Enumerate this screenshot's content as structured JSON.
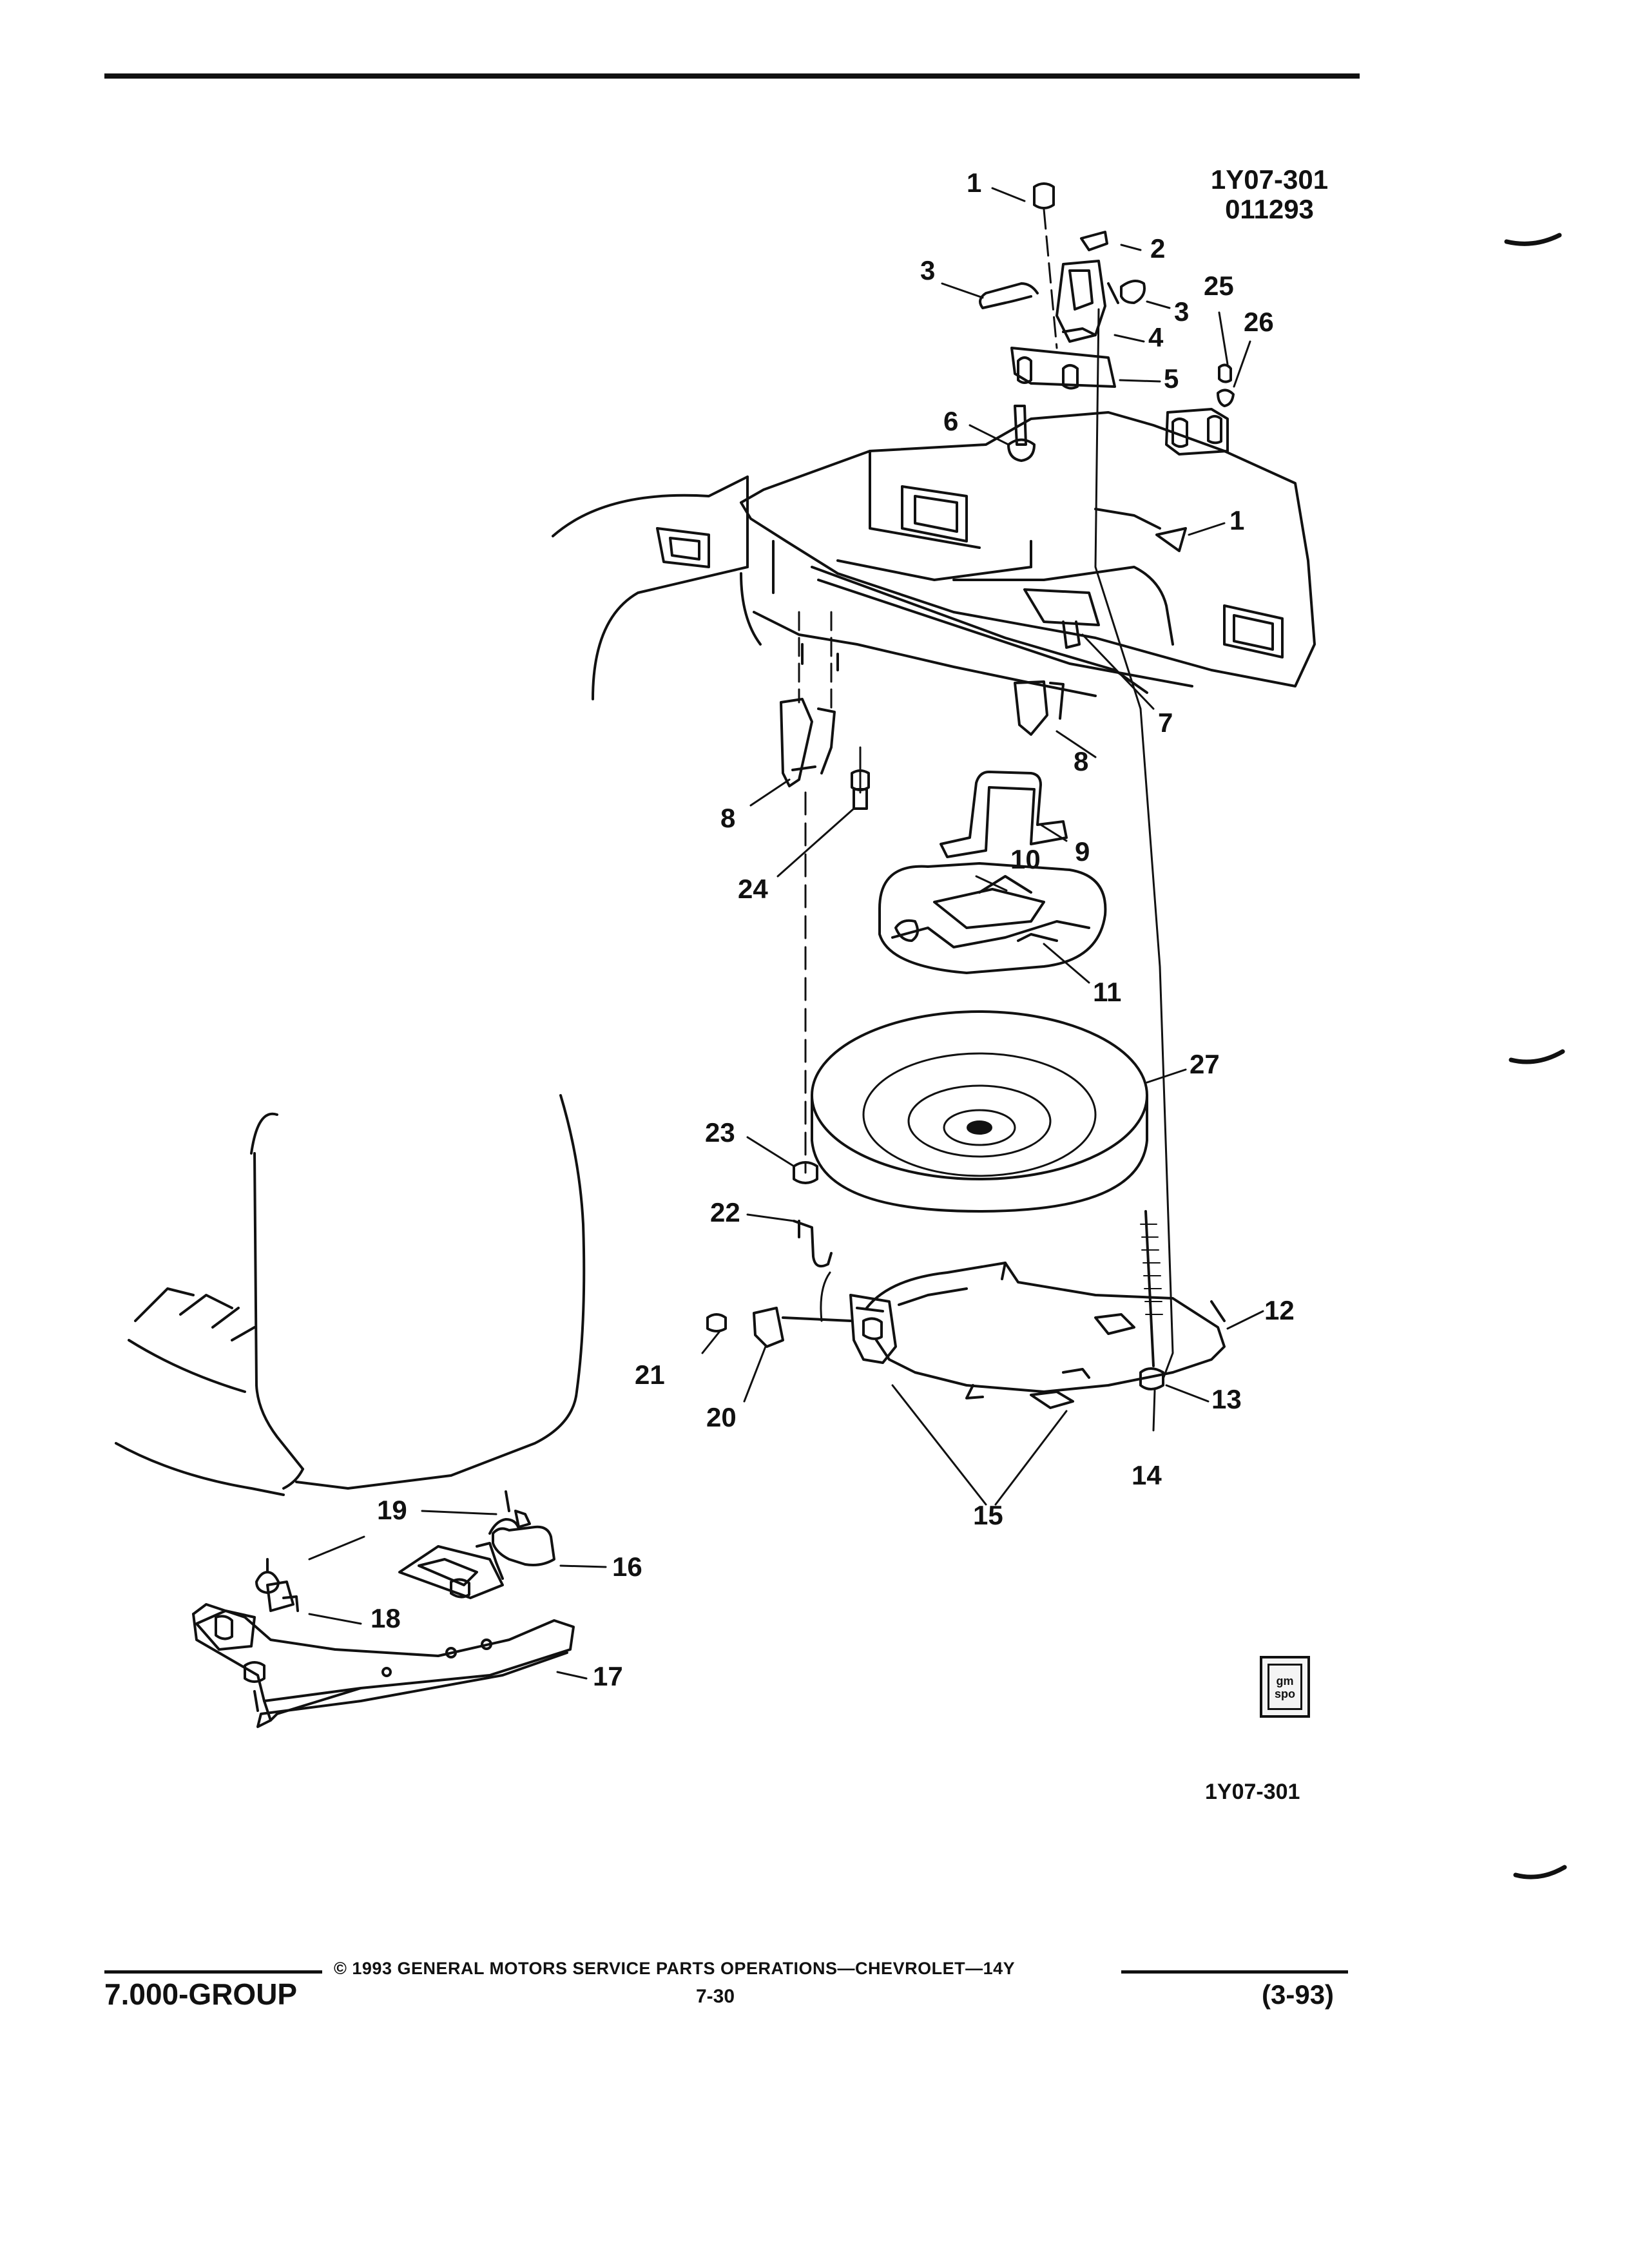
{
  "header": {
    "code": "1Y07-301",
    "date": "011293"
  },
  "callouts": [
    "1",
    "2",
    "3",
    "3",
    "4",
    "5",
    "25",
    "26",
    "6",
    "1",
    "7",
    "8",
    "8",
    "9",
    "10",
    "24",
    "11",
    "27",
    "23",
    "22",
    "12",
    "21",
    "20",
    "13",
    "14",
    "15",
    "19",
    "16",
    "18",
    "17"
  ],
  "bottom_code": "1Y07-301",
  "logo": {
    "line1": "gm",
    "line2": "spo"
  },
  "footer": {
    "group": "7.000-GROUP",
    "copyright": "© 1993 GENERAL MOTORS SERVICE PARTS OPERATIONS—CHEVROLET—14Y",
    "page": "7-30",
    "date": "(3-93)"
  }
}
